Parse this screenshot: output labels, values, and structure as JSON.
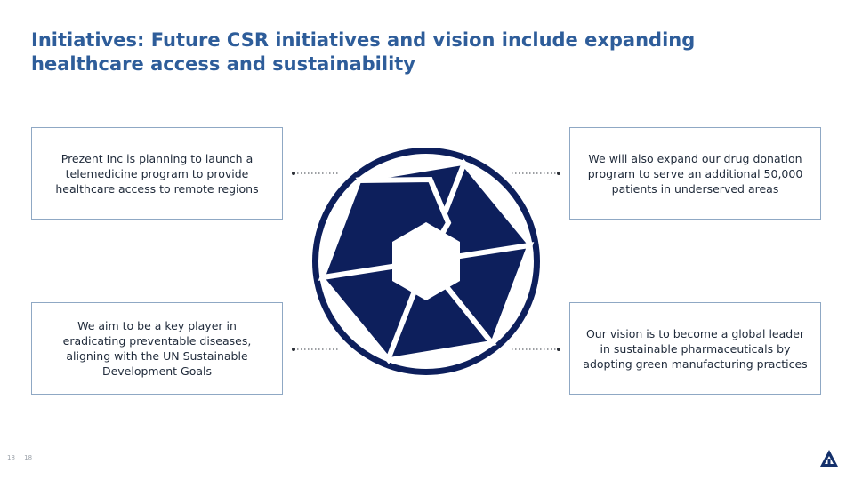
{
  "slide": {
    "title": "Initiatives: Future CSR initiatives and vision include expanding healthcare access and sustainability",
    "page_numbers": [
      "18",
      "18"
    ]
  },
  "boxes": {
    "top_left": "Prezent Inc is planning to launch a telemedicine program to provide healthcare access to remote regions",
    "top_right": "We will also expand our drug donation program to serve an additional 50,000 patients in underserved areas",
    "bottom_left": "We aim to be a key player in eradicating preventable diseases, aligning with the UN Sustainable Development Goals",
    "bottom_right": "Our vision is to become a global leader in sustainable pharmaceuticals by adopting green manufacturing practices"
  },
  "icons": {
    "center": "aperture-icon",
    "logo": "company-logo-icon"
  },
  "colors": {
    "title": "#2e5d9a",
    "aperture": "#0d1f5c",
    "box_border": "#8fa8c4"
  }
}
